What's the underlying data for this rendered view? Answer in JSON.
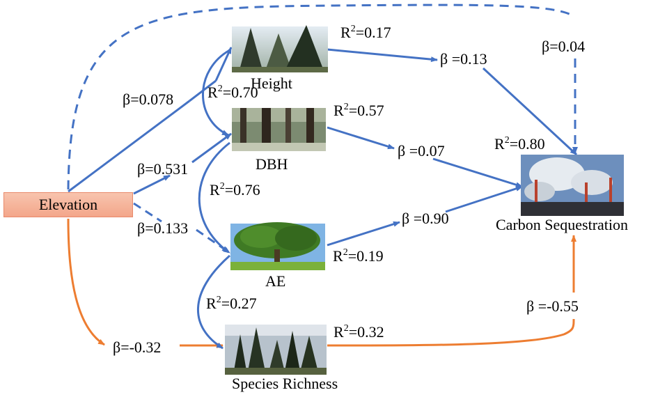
{
  "nodes": {
    "elevation": "Elevation",
    "height": "Height",
    "dbh": "DBH",
    "ae": "AE",
    "species_richness": "Species Richness",
    "carbon": "Carbon Sequestration"
  },
  "r2": {
    "height": "0.17",
    "height_dbh": "0.70",
    "dbh": "0.57",
    "dbh_ae": "0.76",
    "ae": "0.19",
    "ae_sr": "0.27",
    "sr": "0.32",
    "carbon": "0.80"
  },
  "r2_prefix": "R",
  "r2_exp": "2",
  "r2_eq": "=",
  "betas": {
    "elev_height": "β=0.078",
    "elev_dbh": "β=0.531",
    "elev_ae": "β=0.133",
    "elev_sr": "β=-0.32",
    "height_carbon": "β =0.13",
    "dbh_carbon": "β =0.07",
    "ae_carbon": "β =0.90",
    "elev_carbon": "β=0.04",
    "sr_carbon": "β =-0.55"
  },
  "colors": {
    "blue": "#4472c4",
    "orange": "#ed7d31",
    "elevation_fill": "#f4b094"
  },
  "edge_styles": {
    "elev_height": "solid",
    "elev_dbh": "solid",
    "elev_ae": "dashed",
    "elev_sr": "solid",
    "elev_carbon": "dashed",
    "height_carbon": "solid",
    "dbh_carbon": "solid",
    "ae_carbon": "solid",
    "sr_carbon": "solid"
  },
  "images": {
    "height": "forest-canopy-photo",
    "dbh": "forest-trunks-photo",
    "ae": "broadleaf-tree-photo",
    "species_richness": "conifer-stand-photo",
    "carbon": "industrial-chimneys-photo"
  }
}
